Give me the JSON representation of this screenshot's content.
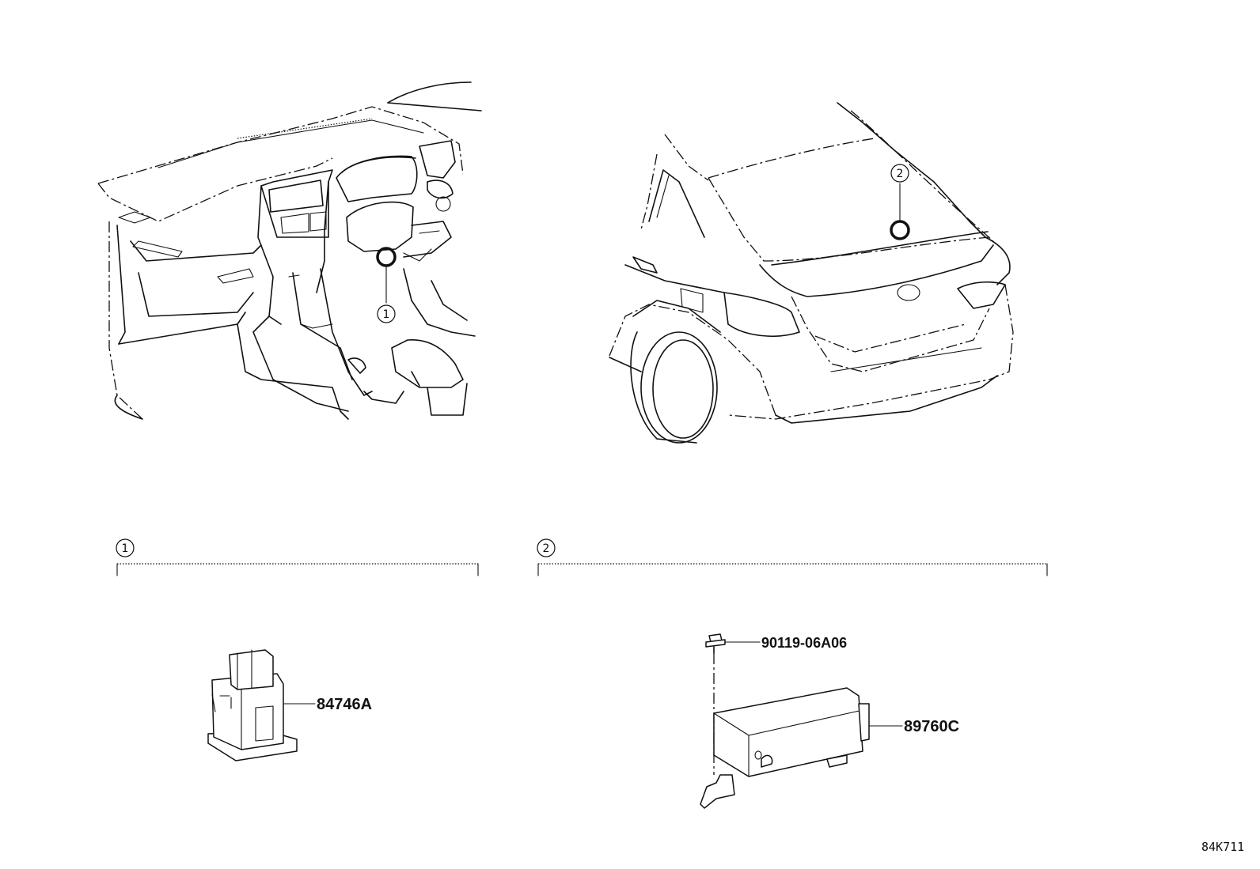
{
  "callouts": [
    "1",
    "2"
  ],
  "parts": {
    "switch": "84746A",
    "bolt": "90119-06A06",
    "module": "89760C"
  },
  "diagram_code": "84K711"
}
